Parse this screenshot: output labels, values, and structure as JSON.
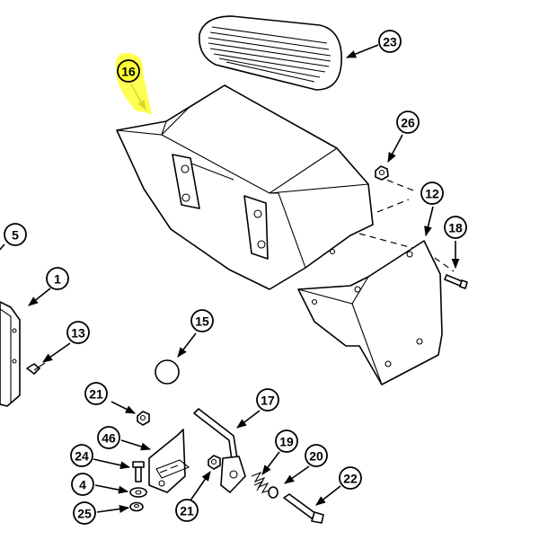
{
  "figure": {
    "callouts": [
      {
        "id": "c23",
        "label": "23",
        "highlight": false
      },
      {
        "id": "c16",
        "label": "16",
        "highlight": true
      },
      {
        "id": "c26",
        "label": "26",
        "highlight": false
      },
      {
        "id": "c12",
        "label": "12",
        "highlight": false
      },
      {
        "id": "c18",
        "label": "18",
        "highlight": false
      },
      {
        "id": "c5",
        "label": "5",
        "highlight": false
      },
      {
        "id": "c1",
        "label": "1",
        "highlight": false
      },
      {
        "id": "c13",
        "label": "13",
        "highlight": false
      },
      {
        "id": "c15",
        "label": "15",
        "highlight": false
      },
      {
        "id": "c21a",
        "label": "21",
        "highlight": false
      },
      {
        "id": "c17",
        "label": "17",
        "highlight": false
      },
      {
        "id": "c46",
        "label": "46",
        "highlight": false
      },
      {
        "id": "c19",
        "label": "19",
        "highlight": false
      },
      {
        "id": "c20",
        "label": "20",
        "highlight": false
      },
      {
        "id": "c24",
        "label": "24",
        "highlight": false
      },
      {
        "id": "c22",
        "label": "22",
        "highlight": false
      },
      {
        "id": "c4",
        "label": "4",
        "highlight": false
      },
      {
        "id": "c21b",
        "label": "21",
        "highlight": false
      },
      {
        "id": "c25",
        "label": "25",
        "highlight": false
      }
    ],
    "colors": {
      "line": "#000000",
      "background": "#ffffff",
      "highlight": "#ffff33"
    }
  }
}
